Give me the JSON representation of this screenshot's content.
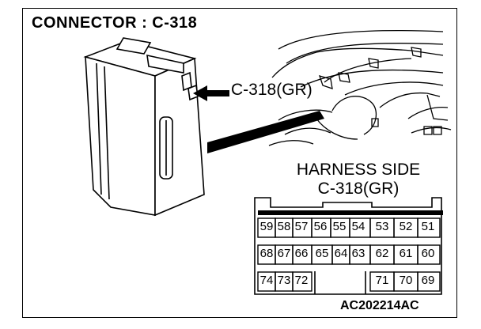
{
  "title": "CONNECTOR : C-318",
  "callout_label": "C-318(GR)",
  "harness": {
    "line1": "HARNESS SIDE",
    "line2": "C-318(GR)"
  },
  "pins": {
    "row1": [
      "59",
      "58",
      "57",
      "56",
      "55",
      "54",
      "53",
      "52",
      "51"
    ],
    "row2": [
      "68",
      "67",
      "66",
      "65",
      "64",
      "63",
      "62",
      "61",
      "60"
    ],
    "row3": [
      "74",
      "73",
      "72",
      "71",
      "70",
      "69"
    ]
  },
  "figure_code": "AC202214AC"
}
